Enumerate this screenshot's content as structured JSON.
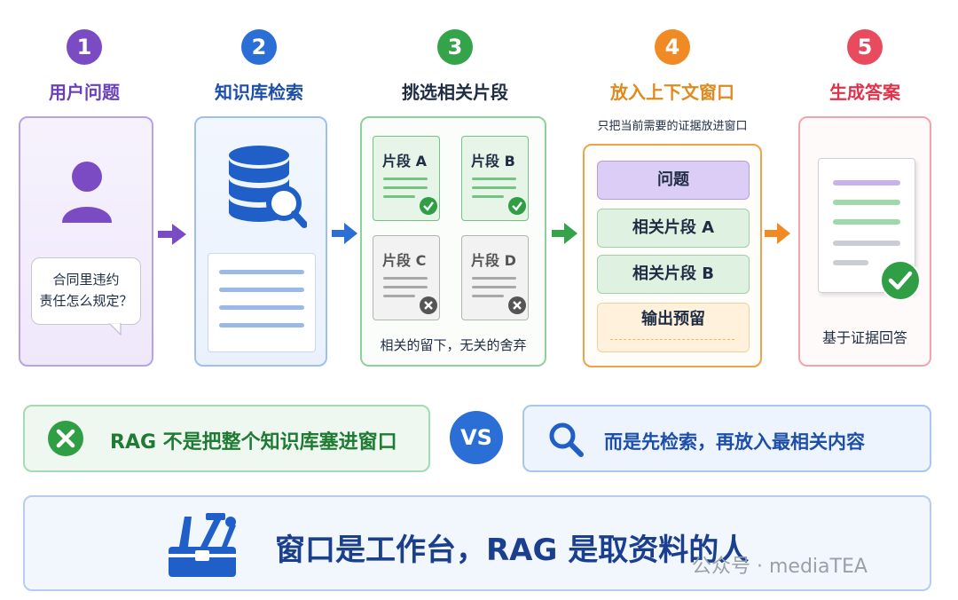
{
  "steps": [
    {
      "number": "1",
      "title": "用户问题",
      "color": "#6b3fb8"
    },
    {
      "number": "2",
      "title": "知识库检索",
      "color": "#1d4fa8"
    },
    {
      "number": "3",
      "title": "挑选相关片段",
      "color": "#1f2d44"
    },
    {
      "number": "4",
      "title": "放入上下文窗口",
      "color": "#e08a1e"
    },
    {
      "number": "5",
      "title": "生成答案",
      "color": "#e0324a"
    }
  ],
  "circle_colors": [
    "#7b4bc4",
    "#2a6ed6",
    "#35a34a",
    "#f08a24",
    "#e94b5e"
  ],
  "user_question": {
    "line1": "合同里违约",
    "line2": "责任怎么规定？"
  },
  "fragments": {
    "a": "片段 A",
    "b": "片段 B",
    "c": "片段 C",
    "d": "片段 D",
    "caption": "相关的留下，无关的舍弃"
  },
  "context_window": {
    "note": "只把当前需要的证据放进窗口",
    "rows": [
      "问题",
      "相关片段 A",
      "相关片段 B",
      "输出预留"
    ]
  },
  "answer": {
    "caption": "基于证据回答"
  },
  "comparison": {
    "left": "RAG 不是把整个知识库塞进窗口",
    "vs": "VS",
    "right": "而是先检索，再放入最相关内容"
  },
  "banner": {
    "text": "窗口是工作台，RAG 是取资料的人"
  },
  "watermark": "公众号 · mediaTEA"
}
